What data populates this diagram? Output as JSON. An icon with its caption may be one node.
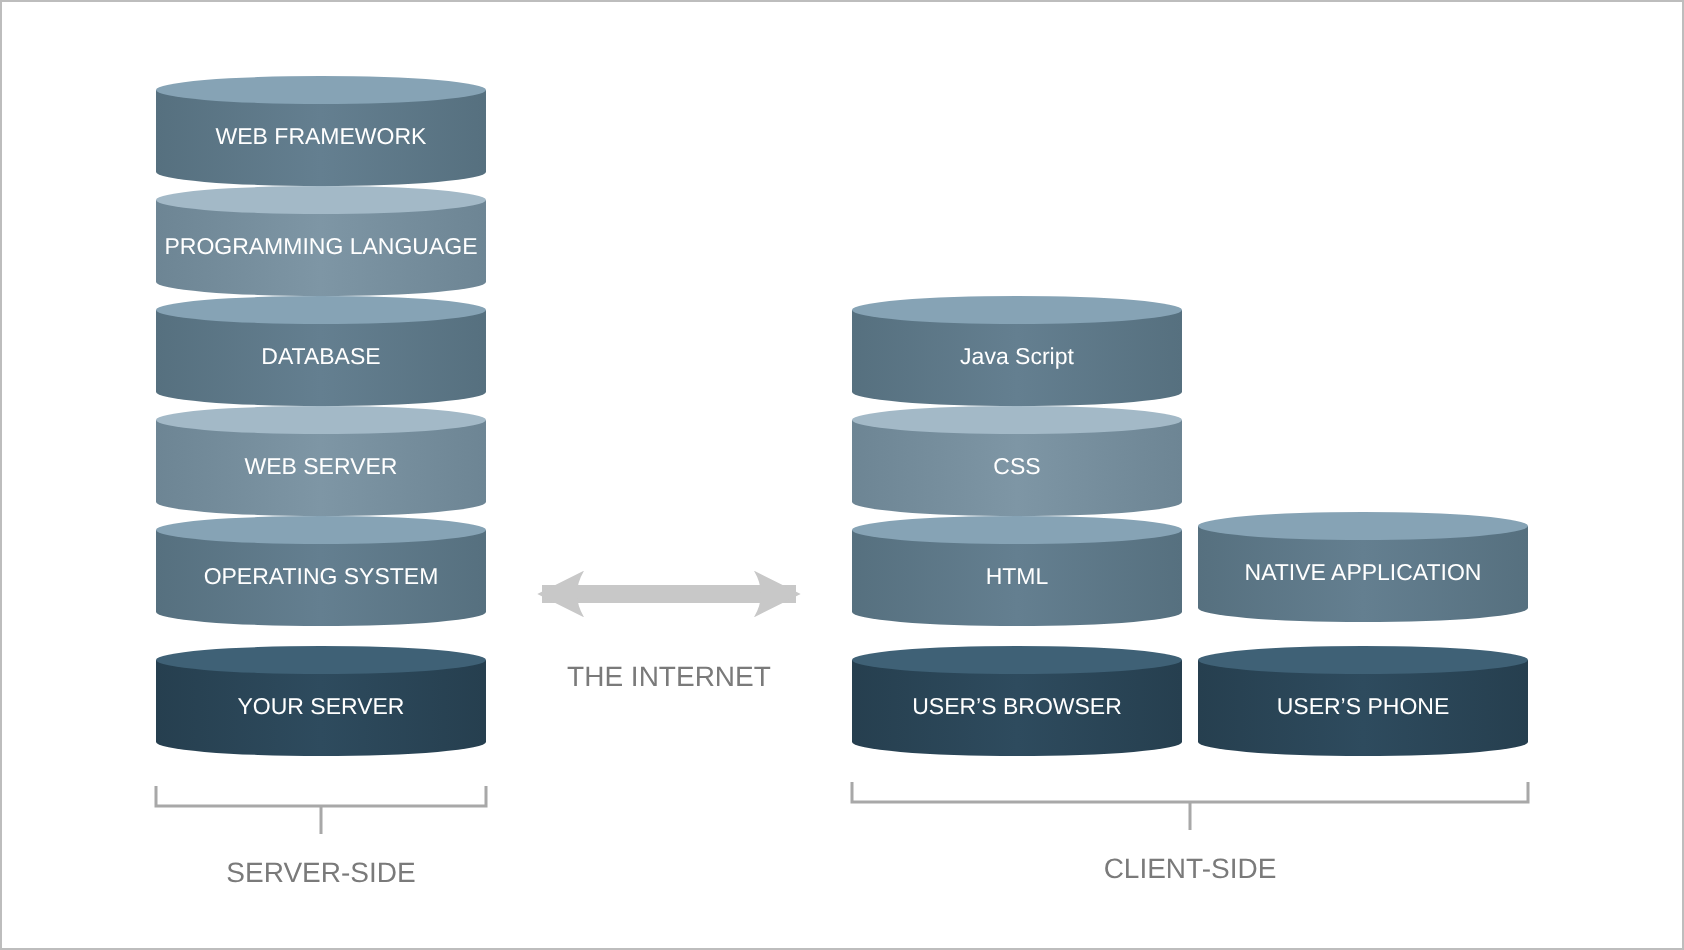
{
  "diagram": {
    "nodes": [
      {
        "text": [
          "WEB FRAMEWORK"
        ]
      },
      {
        "text": [
          "PROGRAMMING LANGUAGE"
        ]
      },
      {
        "text": [
          "DATABASE"
        ]
      },
      {
        "text": [
          "WEB SERVER"
        ]
      },
      {
        "text": [
          "OPERATING SYSTEM"
        ]
      },
      {
        "text": [
          "YOUR SERVER"
        ]
      },
      {
        "text": [
          "Java Script"
        ]
      },
      {
        "text": [
          "CSS"
        ]
      },
      {
        "text": [
          "HTML"
        ]
      },
      {
        "text": [
          "NATIVE APPLICATION"
        ]
      },
      {
        "text": [
          "USER’S BROWSER"
        ]
      },
      {
        "text": [
          "USER’S PHONE"
        ]
      }
    ],
    "edges": [
      {
        "from": 4,
        "to": 8,
        "arrow": "both",
        "label": "THE INTERNET"
      }
    ],
    "labels": [
      "SERVER-SIDE",
      "CLIENT-SIDE"
    ]
  }
}
